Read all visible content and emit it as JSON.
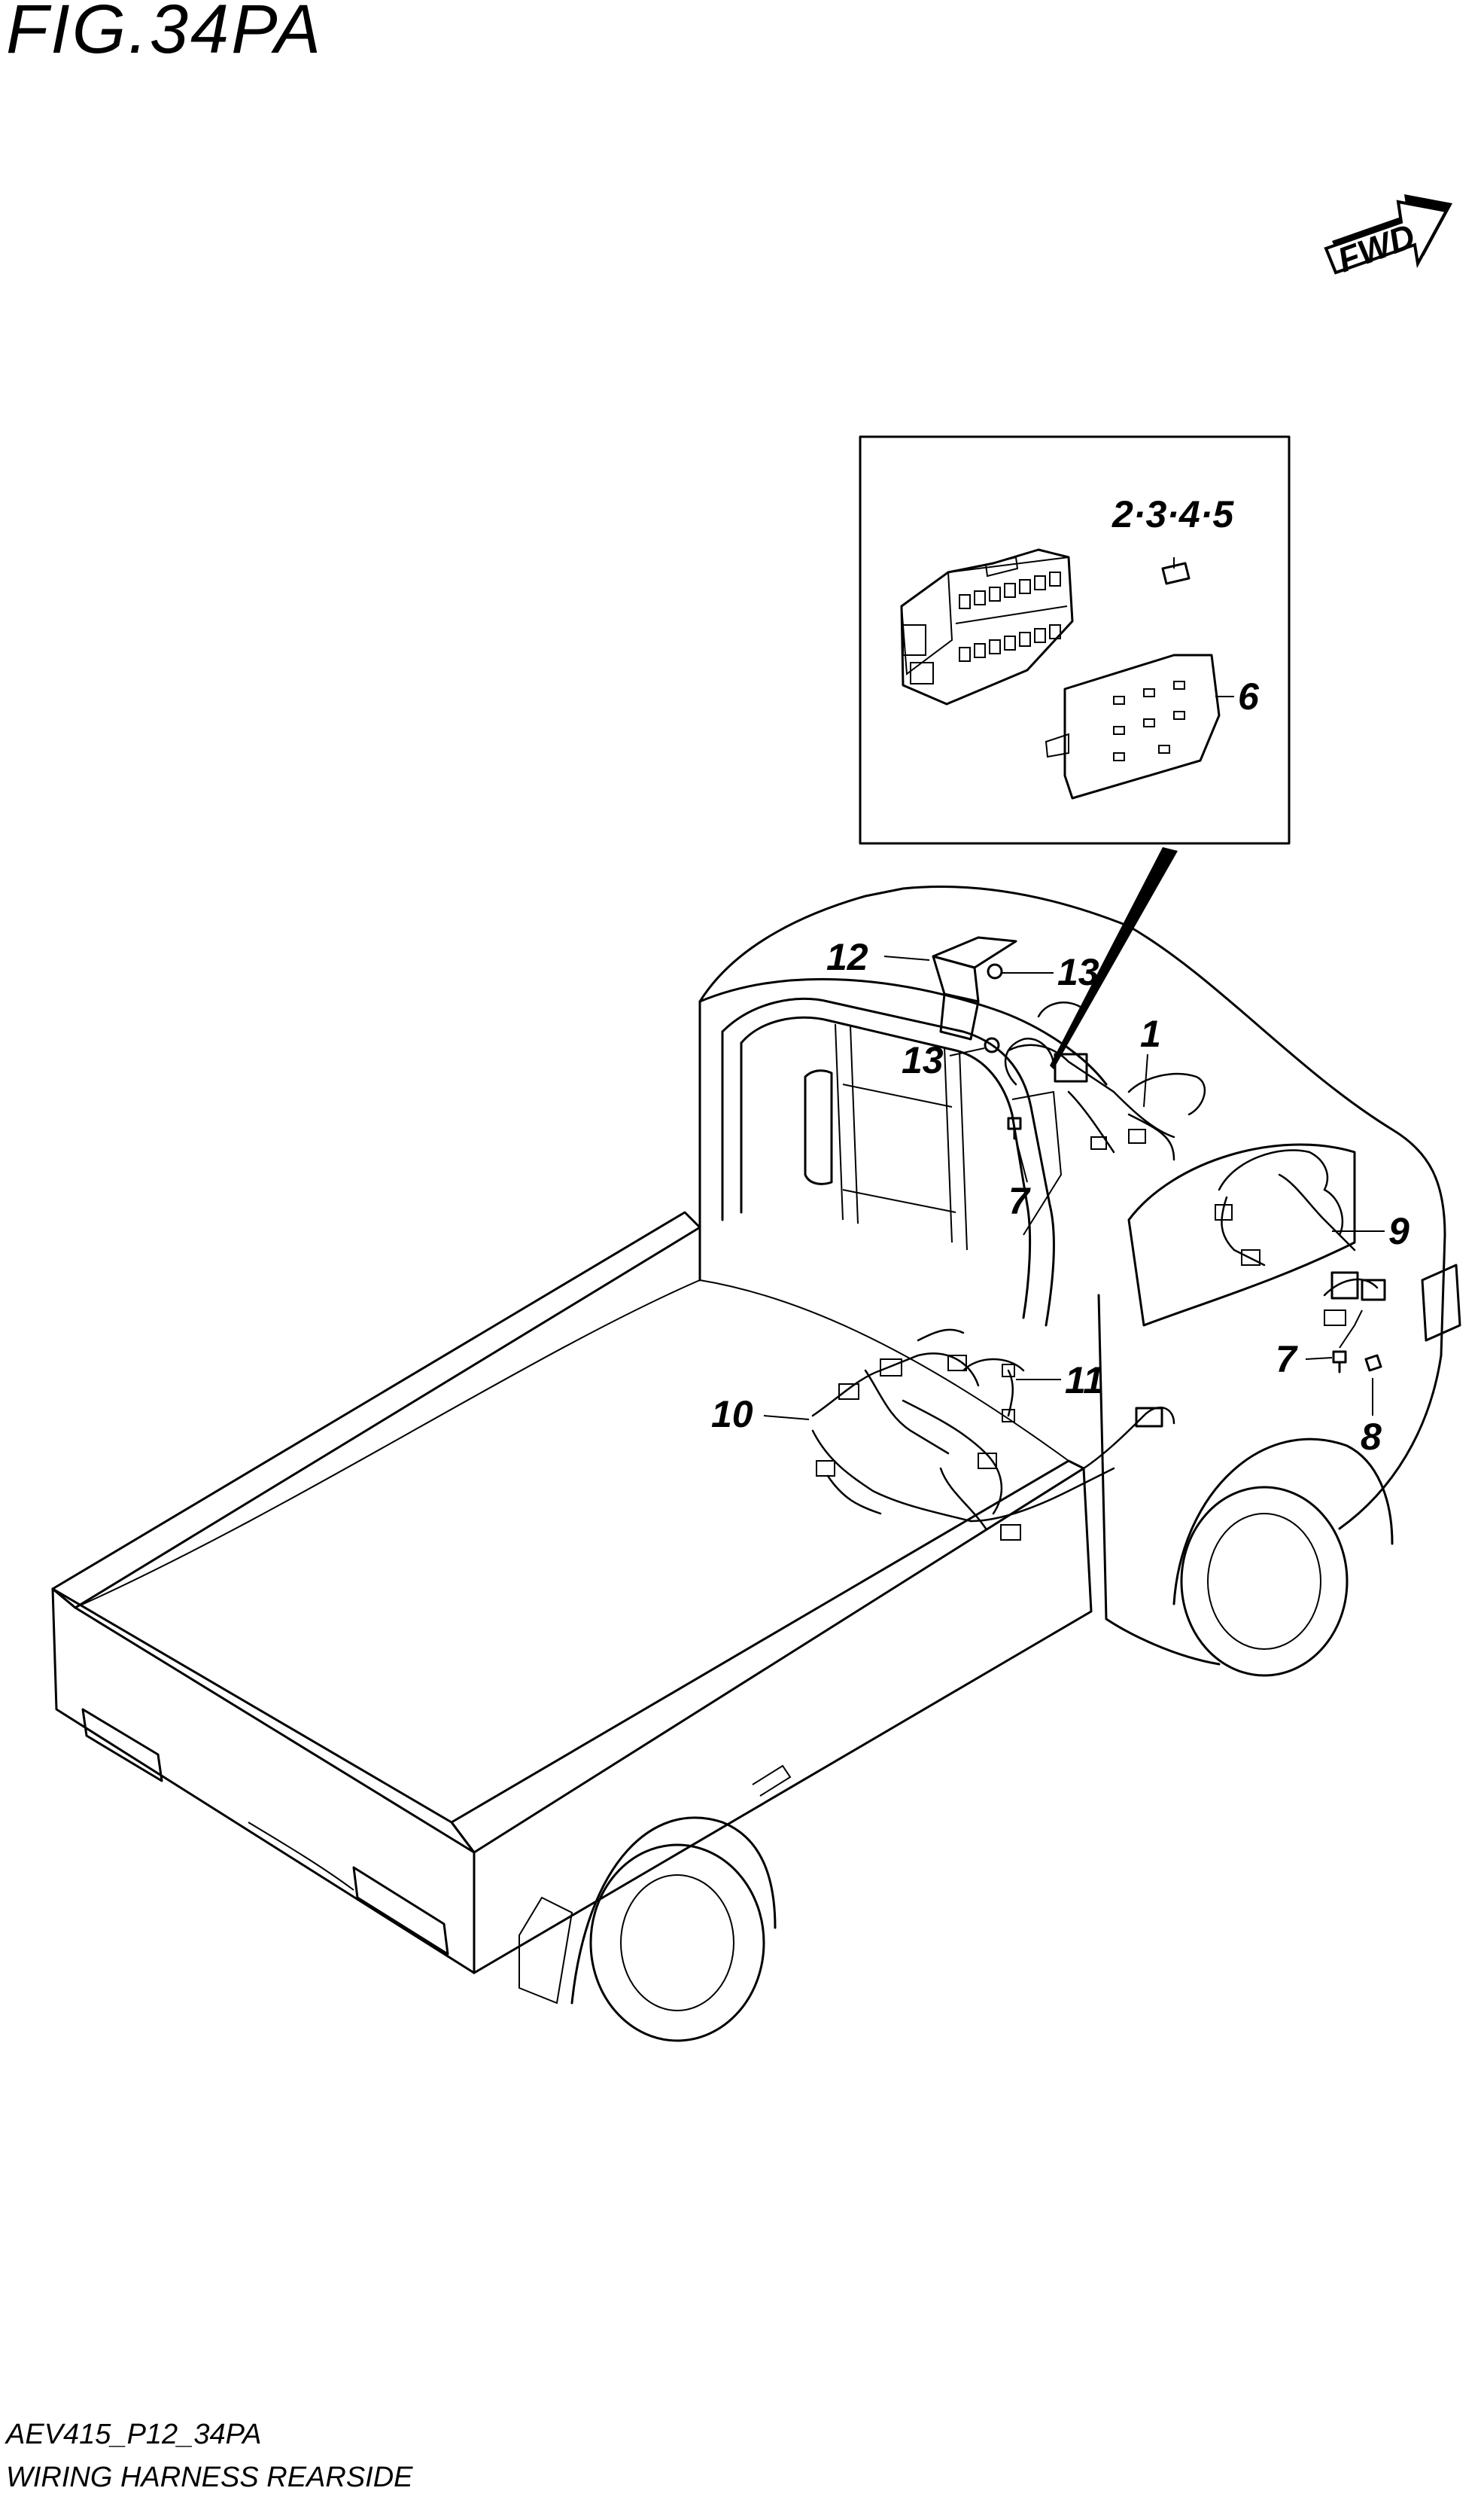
{
  "figure": {
    "title": "FIG.34PA",
    "fwd_label": "FWD",
    "inset_callout": "2·3·4·5",
    "callouts": {
      "c1": "1",
      "c6": "6",
      "c7a": "7",
      "c7b": "7",
      "c8": "8",
      "c9": "9",
      "c10": "10",
      "c11": "11",
      "c12": "12",
      "c13a": "13",
      "c13b": "13"
    },
    "footer_code": "AEV415_P12_34PA",
    "footer_title": "WIRING HARNESS REARSIDE"
  }
}
